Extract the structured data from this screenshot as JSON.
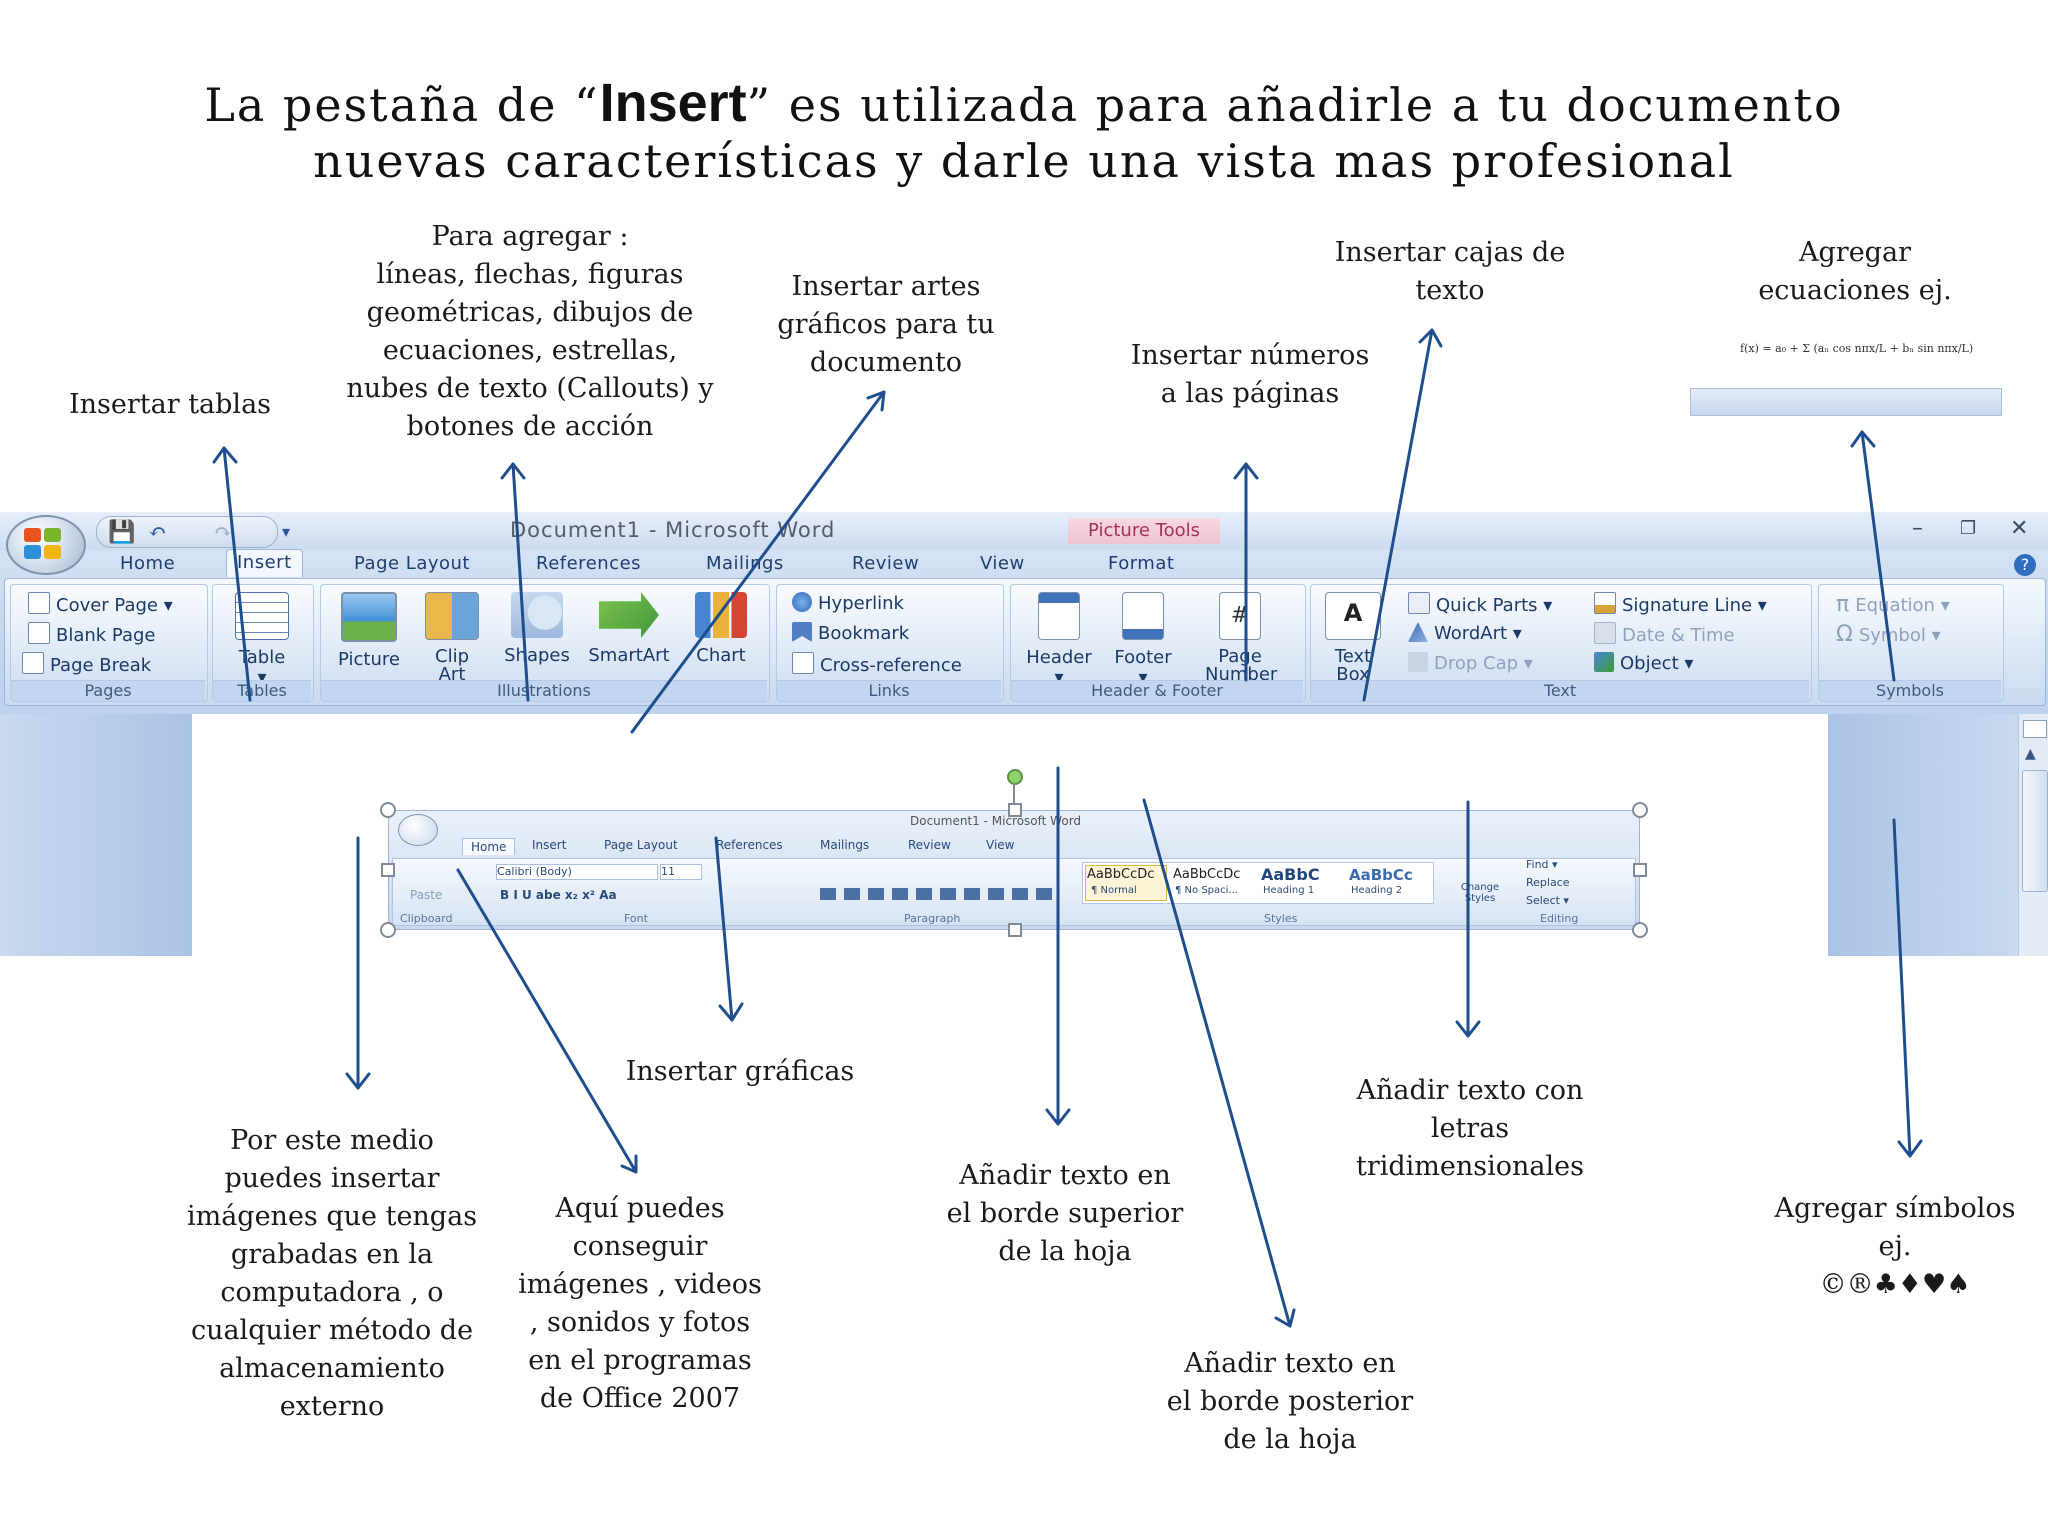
{
  "heading": {
    "before": "La pestaña de “",
    "keyword": "Insert",
    "after": "” es utilizada  para añadirle  a tu documento",
    "line2": "nuevas  características y darle una vista mas profesional"
  },
  "annotations": {
    "tablas": "Insertar  tablas",
    "formas": "Para agregar :\nlíneas, flechas, figuras\ngeométricas, dibujos de\necuaciones, estrellas,\nnubes de texto (Callouts) y\nbotones de acción",
    "smartart": "Insertar artes\ngráficos  para tu\ndocumento",
    "numeros": "Insertar números\na las páginas",
    "cajas": "Insertar cajas de\ntexto",
    "ecuaciones": "Agregar\necuaciones ej.",
    "graficas": "Insertar gráficas",
    "imagenes": "Por este medio\npuedes  insertar\nimágenes que tengas\ngrabadas  en  la\ncomputadora , o\ncualquier método de\nalmacenamiento\nexterno",
    "clipart": "Aquí  puedes\nconseguir\nimágenes , videos\n, sonidos  y fotos\nen el programas\nde Office 2007",
    "header": "Añadir  texto en\nel borde  superior\nde la hoja",
    "footer": "Añadir  texto en\nel borde  posterior\nde la hoja",
    "wordart": "Añadir texto con\nletras\ntridimensionales",
    "simbolos": "Agregar símbolos\nej.\n©®♣♦♥♠"
  },
  "word": {
    "window_title": "Document1 - Microsoft Word",
    "context_tab_group": "Picture Tools",
    "tabs": [
      "Home",
      "Insert",
      "Page Layout",
      "References",
      "Mailings",
      "Review",
      "View",
      "Format"
    ],
    "active_tab": "Insert",
    "groups": {
      "pages": {
        "name": "Pages",
        "items": [
          "Cover Page ▾",
          "Blank Page",
          "Page Break"
        ]
      },
      "tables": {
        "name": "Tables",
        "items": [
          "Table"
        ]
      },
      "illustrations": {
        "name": "Illustrations",
        "items": [
          "Picture",
          "Clip Art",
          "Shapes",
          "SmartArt",
          "Chart"
        ]
      },
      "links": {
        "name": "Links",
        "items": [
          "Hyperlink",
          "Bookmark",
          "Cross-reference"
        ]
      },
      "header_footer": {
        "name": "Header & Footer",
        "items": [
          "Header",
          "Footer",
          "Page Number ▾"
        ]
      },
      "text": {
        "name": "Text",
        "items": [
          "Text Box ▾",
          "Quick Parts ▾",
          "WordArt ▾",
          "Drop Cap ▾",
          "Signature Line ▾",
          "Date & Time",
          "Object ▾"
        ]
      },
      "symbols": {
        "name": "Symbols",
        "items": [
          "Equation ▾",
          "Symbol ▾"
        ]
      }
    },
    "icons": [
      "office-button-icon",
      "save-icon",
      "undo-icon",
      "redo-icon",
      "help-icon"
    ]
  },
  "mini": {
    "window_title": "Document1 - Microsoft Word",
    "tabs": [
      "Home",
      "Insert",
      "Page Layout",
      "References",
      "Mailings",
      "Review",
      "View"
    ],
    "font_name": "Calibri (Body)",
    "font_size": "11",
    "styles": [
      "AaBbCcDc",
      "AaBbCcDc",
      "AaBbC",
      "AaBbCc"
    ],
    "style_names": [
      "¶ Normal",
      "¶ No Spaci...",
      "Heading 1",
      "Heading 2"
    ],
    "group_names": [
      "Clipboard",
      "Font",
      "Paragraph",
      "Styles",
      "Editing"
    ],
    "paste": "Paste",
    "change_styles": "Change Styles",
    "editing": [
      "Find ▾",
      "Replace",
      "Select ▾"
    ]
  },
  "colors": {
    "arrow": "#1f4e8c",
    "ribbon": "#dde8f6",
    "accent": "#a0345a"
  }
}
